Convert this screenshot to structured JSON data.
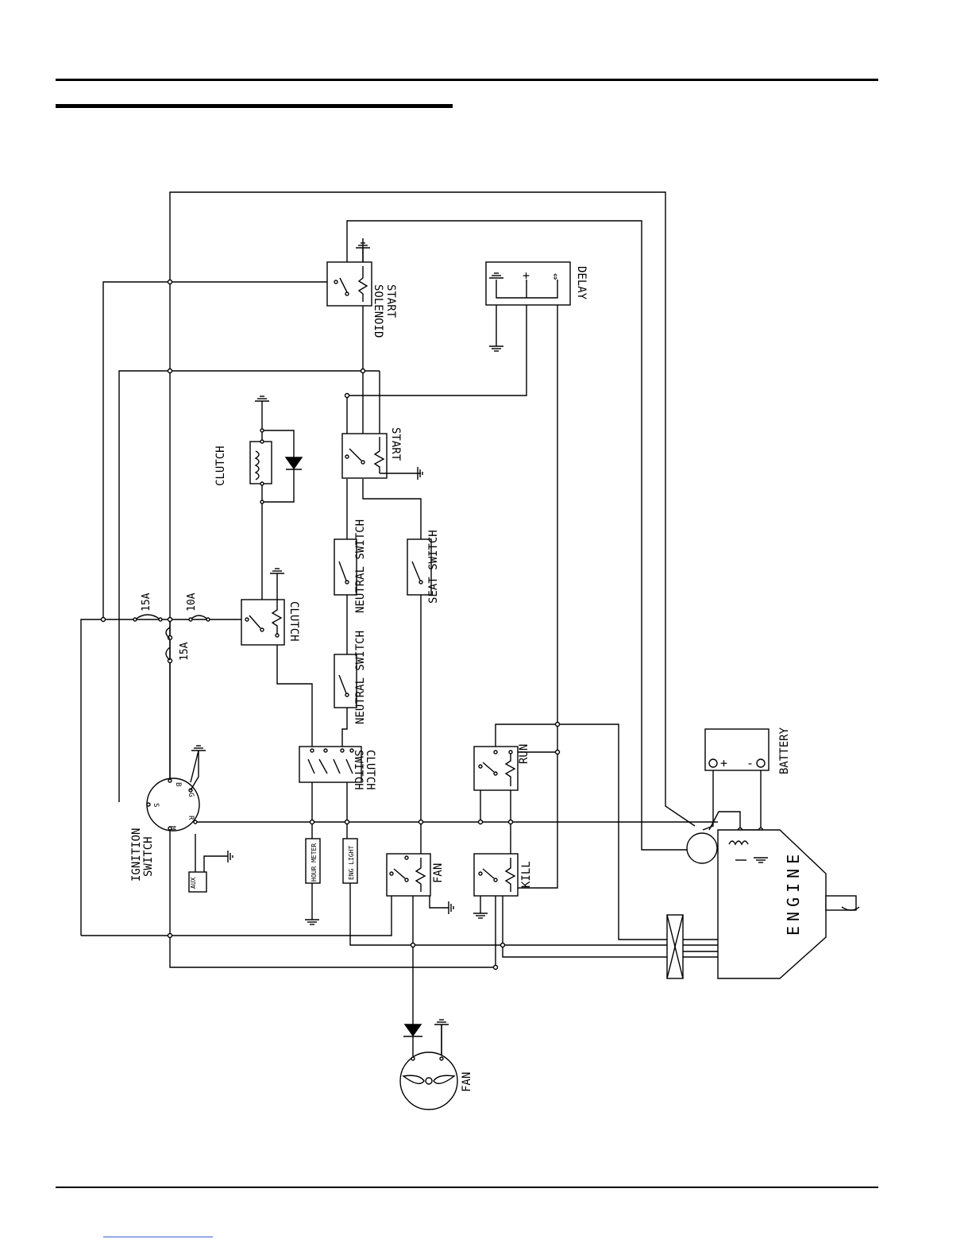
{
  "colors": {
    "ink": "#000000",
    "paper": "#ffffff",
    "link": "#3a5ad8"
  },
  "labels": {
    "start_solenoid": [
      "START",
      "SOLENOID"
    ],
    "delay": "DELAY",
    "delay_plus": "+",
    "delay_arrow": "⇕",
    "clutch_coil": "CLUTCH",
    "start_relay": "START",
    "neutral_switch_upper": "NEUTRAL SWITCH",
    "seat_switch": "SEAT SWITCH",
    "fuse_15a_top": "15A",
    "fuse_10a": "10A",
    "fuse_15a_mid": "15A",
    "clutch_relay": "CLUTCH",
    "neutral_switch_lower": "NEUTRAL SWITCH",
    "clutch_switch": [
      "CLUTCH",
      "SWITCH"
    ],
    "run_relay": "RUN",
    "battery": "BATTERY",
    "battery_plus": "+",
    "battery_minus": "-",
    "ignition_switch": [
      "IGNITION",
      "SWITCH"
    ],
    "ign_b": "B",
    "ign_g": "G",
    "ign_s": "S",
    "ign_r": "R",
    "ign_m": "M",
    "aux": "AUX",
    "hour_meter": "HOUR METER",
    "eng_light": "ENG LIGHT",
    "fan_relay": "FAN",
    "kill_relay": "KILL",
    "engine": "ENGINE",
    "fan_motor": "FAN"
  }
}
